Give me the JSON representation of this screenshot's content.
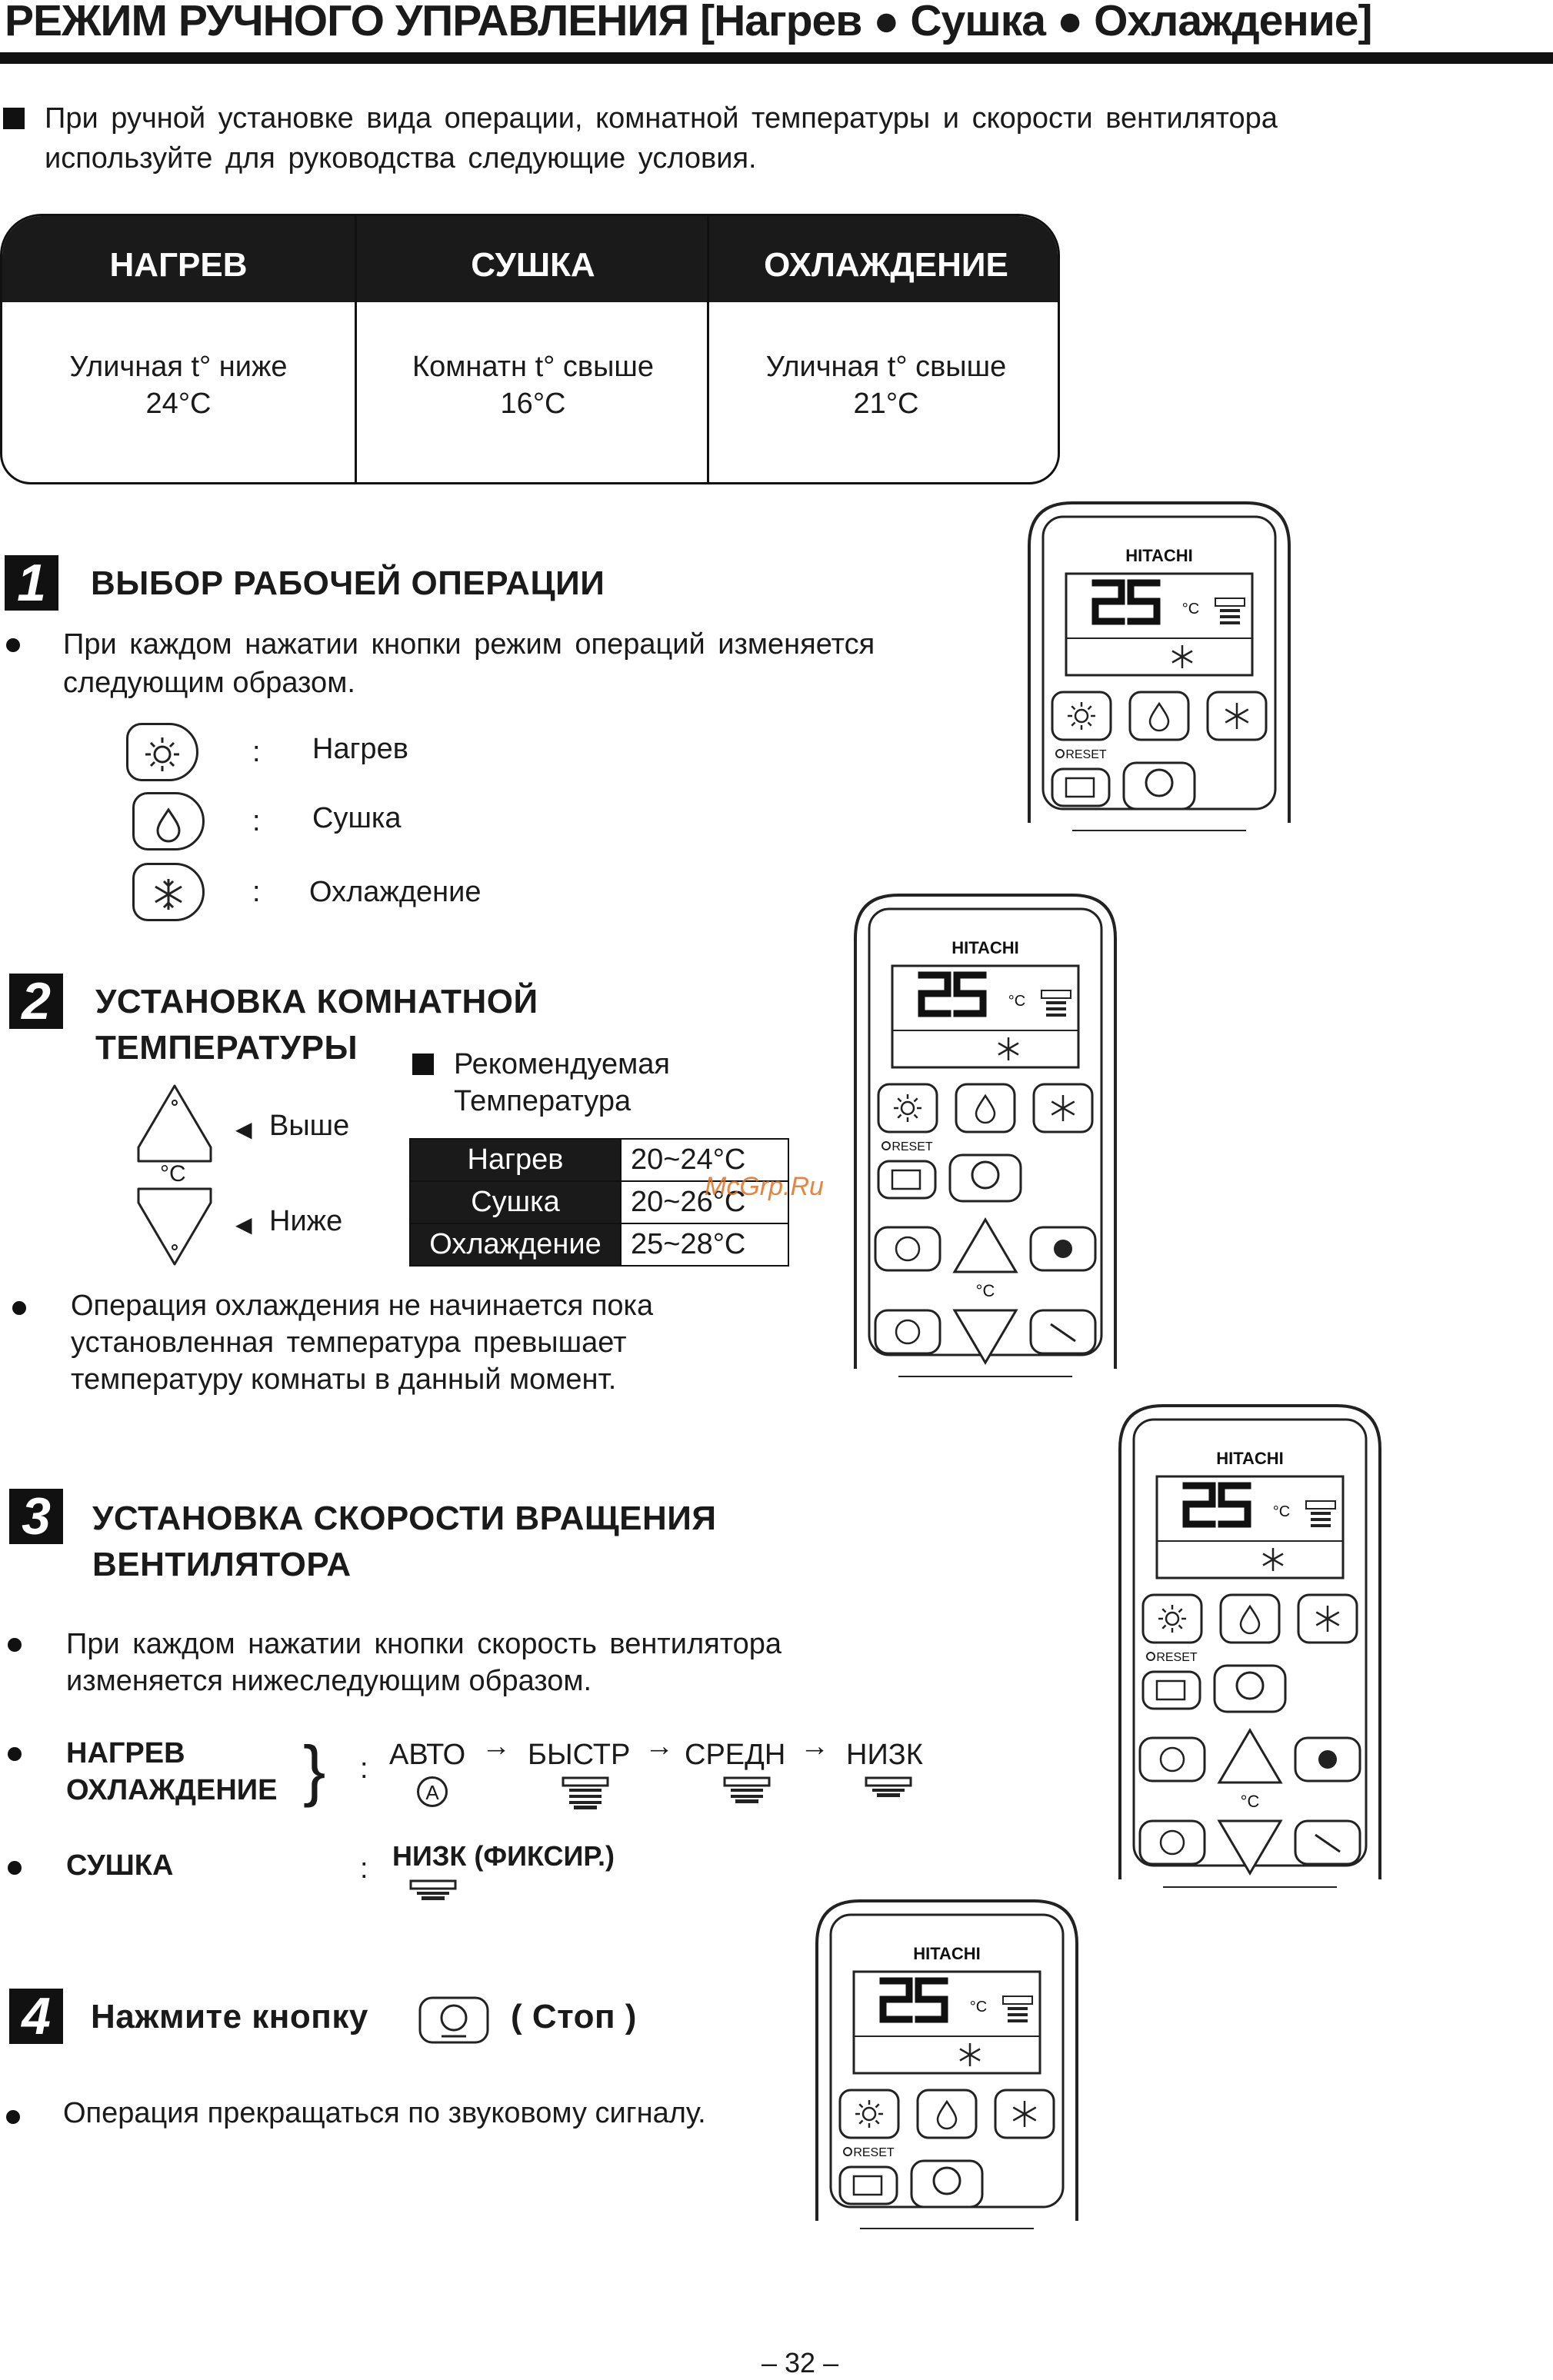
{
  "header": {
    "title": "РЕЖИМ РУЧНОГО УПРАВЛЕНИЯ [Нагрев  ● Сушка  ● Охлаждение]"
  },
  "intro": {
    "line1": "При ручной установке вида операции, комнатной температуры и скорости вентилятора",
    "line2": "используйте для руководства следующие условия."
  },
  "conditions": [
    {
      "header": "НАГРЕВ",
      "line1": "Уличная t° ниже",
      "line2": "24°C"
    },
    {
      "header": "СУШКА",
      "line1": "Комнатн t° свыше",
      "line2": "16°C"
    },
    {
      "header": "ОХЛАЖДЕНИЕ",
      "line1": "Уличная t° свыше",
      "line2": "21°C"
    }
  ],
  "section1": {
    "number": "1",
    "title": "ВЫБОР РАБОЧЕЙ ОПЕРАЦИИ",
    "text1": "При каждом нажатии кнопки режим операций изменяется",
    "text2": "следующим образом.",
    "modes": [
      {
        "icon": "sun-icon",
        "colon": ":",
        "label": "Нагрев"
      },
      {
        "icon": "drop-icon",
        "colon": ":",
        "label": "Сушка"
      },
      {
        "icon": "snowflake-icon",
        "colon": ":",
        "label": "Охлаждение"
      }
    ]
  },
  "section2": {
    "number": "2",
    "title1": "УСТАНОВКА КОМНАТНОЙ",
    "title2": "ТЕМПЕРАТУРЫ",
    "up_label": "Выше",
    "down_label": "Ниже",
    "unit": "°C",
    "rec_title1": "Рекомендуемая",
    "rec_title2": "Температура",
    "rec_rows": [
      {
        "mode": "Нагрев",
        "range": "20~24°C"
      },
      {
        "mode": "Сушка",
        "range": "20~26°C"
      },
      {
        "mode": "Охлаждение",
        "range": "25~28°C"
      }
    ],
    "note1": "Операция охлаждения не начинается пока",
    "note2": "установленная температура превышает",
    "note3": "температуру комнаты в данный момент."
  },
  "section3": {
    "number": "3",
    "title1": "УСТАНОВКА СКОРОСТИ ВРАЩЕНИЯ",
    "title2": "ВЕНТИЛЯТОРА",
    "text1": "При каждом нажатии кнопки скорость вентилятора",
    "text2": "изменяется нижеследующим образом.",
    "group1_line1": "НАГРЕВ",
    "group1_line2": "ОХЛАЖДЕНИЕ",
    "colon": ":",
    "speeds": [
      "АВТО",
      "БЫСТР",
      "СРЕДН",
      "НИЗК"
    ],
    "arrow": "→",
    "auto_symbol": "A",
    "group2": "СУШКА",
    "group2_value": "НИЗК (ФИКСИР.)"
  },
  "section4": {
    "number": "4",
    "title_before": "Нажмите кнопку",
    "title_after": "( Стоп )",
    "text": "Операция прекращаться по звуковому сигналу."
  },
  "remote": {
    "brand": "HITACHI",
    "display_temp": "25",
    "unit": "°C",
    "reset_label": "RESET"
  },
  "watermark": "McGrp.Ru",
  "footer": {
    "page": "– 32 –"
  }
}
